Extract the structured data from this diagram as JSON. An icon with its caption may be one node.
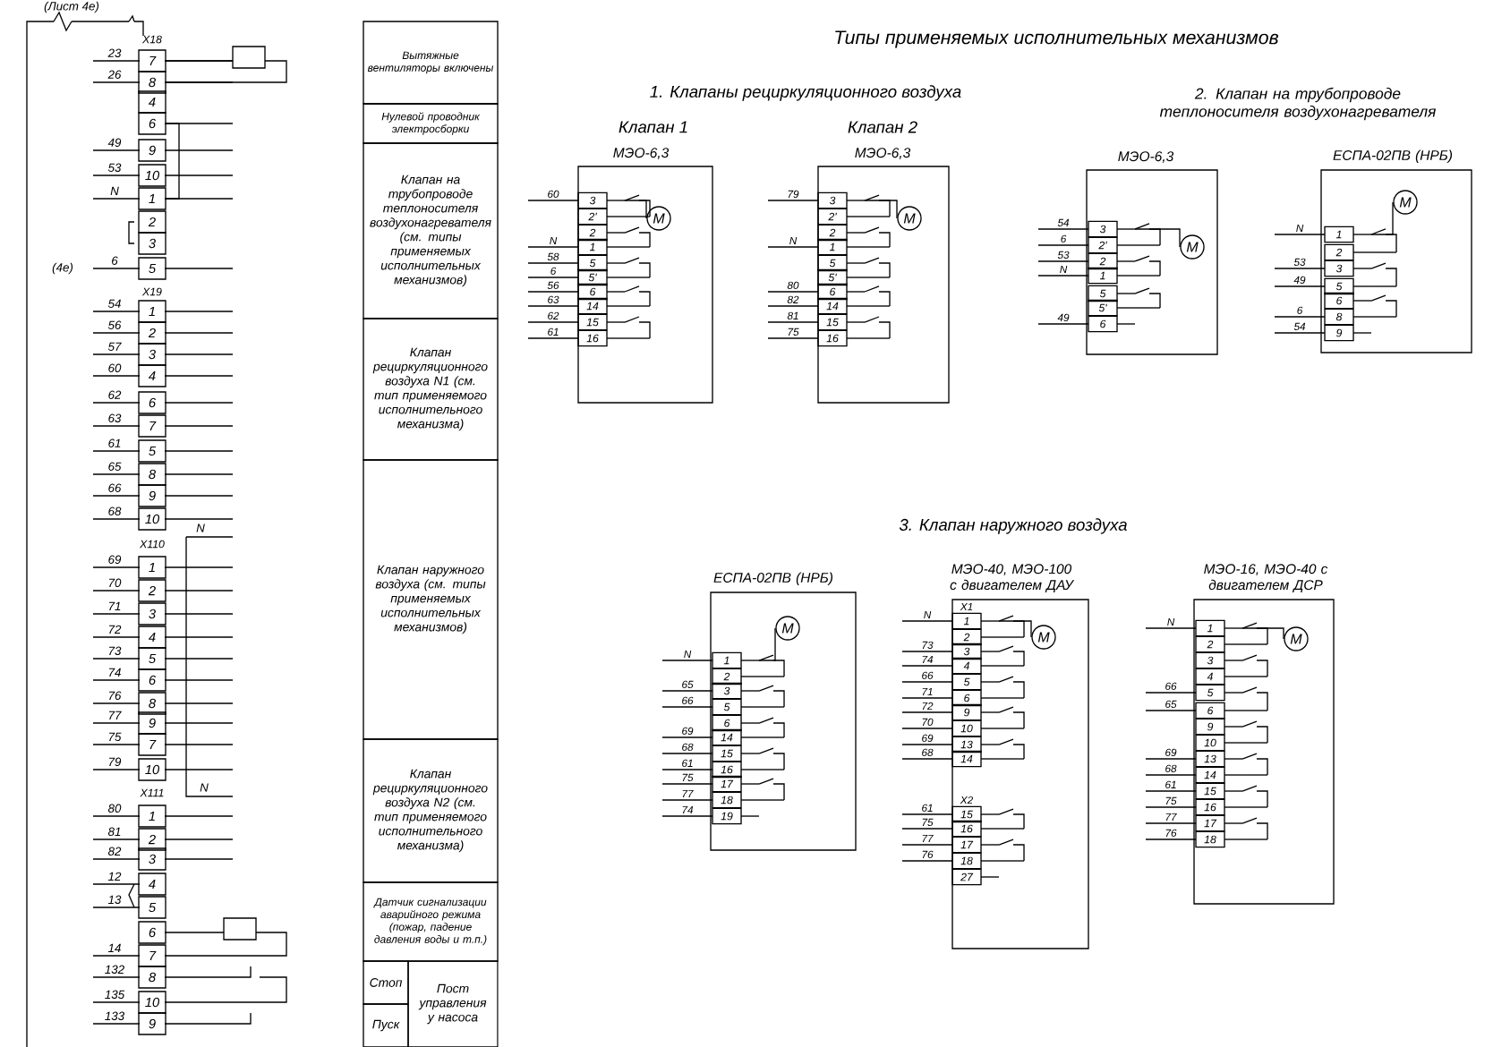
{
  "diagram": {
    "title": "Типы применяемых исполнительных механизмов",
    "nodes": [
      {
        "text": [
          "Вытяжные вентиляторы включены"
        ]
      },
      {
        "text": [
          "Нулевой проводник электросборки"
        ]
      },
      {
        "text": [
          "Клапан на трубопроводе теплоносителя воздухонагревателя (см. типы применяемых исполнительных механизмов)"
        ]
      },
      {
        "text": [
          "Клапан рециркуляционного воздуха N1 (см. тип применяемого исполнительного механизма)"
        ]
      },
      {
        "text": [
          "Клапан наружного воздуха (см. типы применяемых исполнительных механизмов)"
        ]
      },
      {
        "text": [
          "Клапан рециркуляционного воздуха N2 (см. тип применяемого исполнительного механизма)"
        ]
      },
      {
        "text": [
          "Датчик сигнализации аварийного режима (пожар, падение давления воды и т.п.)"
        ]
      },
      {
        "text": [
          "Стоп"
        ]
      },
      {
        "text": [
          "Пуск"
        ]
      },
      {
        "text": [
          "Пост управления у насоса"
        ]
      },
      {
        "text": [
          "МЭО-6,3"
        ]
      },
      {
        "text": [
          "МЭО-6,3"
        ]
      },
      {
        "text": [
          "МЭО-6,3"
        ]
      },
      {
        "text": [
          "ЕСПА-02ПВ (НРБ)"
        ]
      },
      {
        "text": [
          "ЕСПА-02ПВ (НРБ)"
        ]
      },
      {
        "text": [
          "МЭО-40, МЭО-100 с двигателем ДАУ"
        ]
      },
      {
        "text": [
          "МЭО-16, МЭО-40 с двигателем ДСР"
        ]
      }
    ],
    "labels": [
      "1. Клапаны рециркуляционного воздуха",
      "Клапан 1",
      "Клапан 2",
      "2. Клапан на трубопроводе теплоносителя воздухонагревателя",
      "3. Клапан наружного воздуха",
      "(Лист 4е)",
      "(4е)",
      "N",
      "N",
      "X18",
      "23",
      "7",
      "26",
      "8",
      "4",
      "6",
      "49",
      "9",
      "53",
      "10",
      "N",
      "1",
      "2",
      "3",
      "6",
      "5",
      "X19",
      "54",
      "1",
      "56",
      "2",
      "57",
      "3",
      "60",
      "4",
      "62",
      "6",
      "63",
      "7",
      "61",
      "5",
      "65",
      "8",
      "66",
      "9",
      "68",
      "10",
      "X110",
      "69",
      "1",
      "70",
      "2",
      "71",
      "3",
      "72",
      "4",
      "73",
      "5",
      "74",
      "6",
      "76",
      "8",
      "77",
      "9",
      "75",
      "7",
      "79",
      "10",
      "X111",
      "80",
      "1",
      "81",
      "2",
      "82",
      "3",
      "12",
      "4",
      "13",
      "5",
      "6",
      "14",
      "7",
      "132",
      "8",
      "135",
      "10",
      "133",
      "9",
      "60",
      "3",
      "2'",
      "2",
      "N",
      "1",
      "58",
      "5",
      "6",
      "5'",
      "56",
      "6",
      "63",
      "14",
      "62",
      "15",
      "61",
      "16",
      "M",
      "79",
      "3",
      "2'",
      "2",
      "N",
      "1",
      "5",
      "5'",
      "80",
      "6",
      "82",
      "14",
      "81",
      "15",
      "75",
      "16",
      "M",
      "54",
      "3",
      "6",
      "2'",
      "53",
      "2",
      "N",
      "1",
      "5",
      "5'",
      "49",
      "6",
      "M",
      "N",
      "1",
      "2",
      "53",
      "3",
      "49",
      "5",
      "6",
      "6",
      "8",
      "54",
      "9",
      "M",
      "N",
      "1",
      "2",
      "65",
      "3",
      "66",
      "5",
      "6",
      "69",
      "14",
      "68",
      "15",
      "61",
      "16",
      "75",
      "17",
      "77",
      "18",
      "74",
      "19",
      "M",
      "X1",
      "N",
      "1",
      "2",
      "73",
      "3",
      "74",
      "4",
      "66",
      "5",
      "71",
      "6",
      "72",
      "9",
      "70",
      "10",
      "69",
      "13",
      "68",
      "14",
      "X2",
      "61",
      "15",
      "75",
      "16",
      "77",
      "17",
      "76",
      "18",
      "27",
      "M",
      "N",
      "1",
      "2",
      "3",
      "4",
      "66",
      "5",
      "65",
      "6",
      "9",
      "10",
      "69",
      "13",
      "68",
      "14",
      "61",
      "15",
      "75",
      "16",
      "77",
      "17",
      "76",
      "18",
      "M"
    ]
  }
}
